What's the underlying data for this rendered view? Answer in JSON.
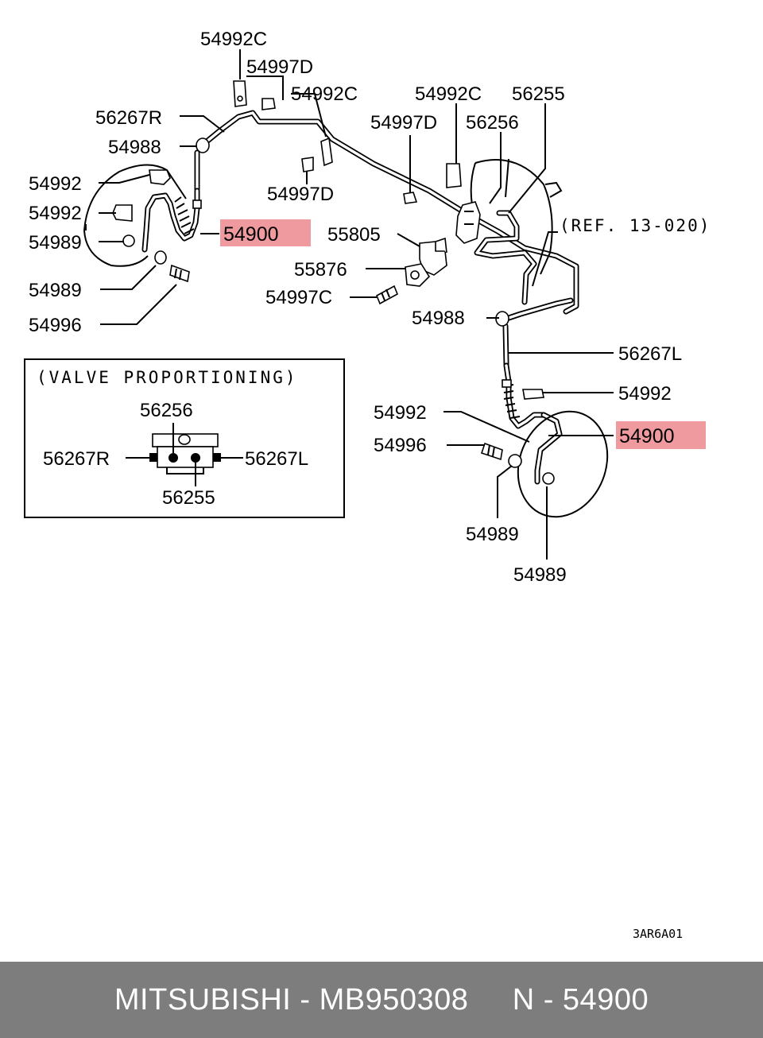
{
  "labels": {
    "p54992c_1": "54992C",
    "p54997d_1": "54997D",
    "p54992c_2": "54992C",
    "p56267r": "56267R",
    "p54988_1": "54988",
    "p54992_1": "54992",
    "p54992_2": "54992",
    "p54900_1": "54900",
    "p54989_1": "54989",
    "p54989_2": "54989",
    "p54996_1": "54996",
    "p54997d_2": "54997D",
    "p54992c_3": "54992C",
    "p54997d_3": "54997D",
    "p56255": "56255",
    "p56256": "56256",
    "ref": "(REF. 13-020)",
    "p55805": "55805",
    "p55876": "55876",
    "p54997c": "54997C",
    "p54988_2": "54988",
    "p56267l": "56267L",
    "p54992_3": "54992",
    "p54992_4": "54992",
    "p54900_2": "54900",
    "p54996_2": "54996",
    "p54989_3": "54989",
    "p54989_4": "54989"
  },
  "inset": {
    "title": "(VALVE PROPORTIONING)",
    "top": "56256",
    "left": "56267R",
    "right": "56267L",
    "bottom": "56255"
  },
  "diagram_code": "3AR6A01",
  "footer": {
    "text": "MITSUBISHI - MB950308     N - 54900"
  },
  "colors": {
    "highlight": "#ee9a9f",
    "footer_bg": "#7d7d7d"
  }
}
